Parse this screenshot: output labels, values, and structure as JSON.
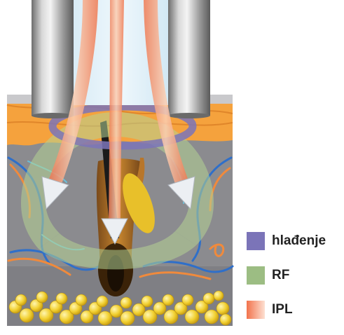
{
  "diagram": {
    "legend": [
      {
        "label": "hlađenje",
        "color": "#7b74b8"
      },
      {
        "label": "RF",
        "color": "#9cbd83"
      },
      {
        "label": "IPL",
        "color": "#f2886a"
      }
    ]
  }
}
